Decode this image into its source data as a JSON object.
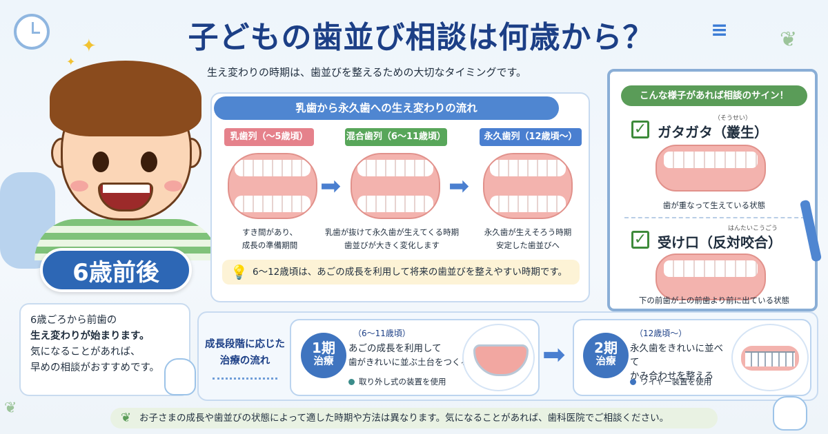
{
  "title": "子どもの歯並び相談は何歳から？",
  "subtitle": "生え変わりの時期は、歯並びを整えるための大切なタイミングです。",
  "hero": {
    "age_badge": "6歳前後",
    "bubble_lines": [
      "6歳ごろから前歯の",
      "生え変わりが始まります。",
      "気になることがあれば、",
      "早めの相談がおすすめです。"
    ]
  },
  "flow": {
    "header": "乳歯から永久歯への生え変わりの流れ",
    "stages": [
      {
        "label": "乳歯列（〜5歳頃）",
        "desc_lines": [
          "すき間があり、",
          "成長の準備期間"
        ],
        "color": "#e5818b"
      },
      {
        "label": "混合歯列（6〜11歳頃）",
        "desc_lines": [
          "乳歯が抜けて永久歯が生えてくる時期",
          "歯並びが大きく変化します"
        ],
        "color": "#58a65a"
      },
      {
        "label": "永久歯列（12歳頃〜）",
        "desc_lines": [
          "永久歯が生えそろう時期",
          "安定した歯並びへ"
        ],
        "color": "#4a7fd0"
      }
    ],
    "tip": "6〜12歳頃は、あごの成長を利用して将来の歯並びを整えやすい時期です。"
  },
  "signs": {
    "header": "こんな様子があれば相談のサイン！",
    "items": [
      {
        "title": "ガタガタ（叢生）",
        "ruby": "（そうせい）",
        "caption": "歯が重なって生えている状態"
      },
      {
        "title": "受け口（反対咬合）",
        "ruby": "はんたいこうごう",
        "caption": "下の前歯が上の前歯より前に出ている状態"
      }
    ]
  },
  "treatment": {
    "label_lines": [
      "成長段階に応じた",
      "治療の流れ"
    ],
    "phases": [
      {
        "num": "1期",
        "word": "治療",
        "range": "（6〜11歳頃）",
        "text_lines": [
          "あごの成長を利用して",
          "歯がきれいに並ぶ土台をつくる"
        ],
        "device": "取り外し式の装置を使用"
      },
      {
        "num": "2期",
        "word": "治療",
        "range": "（12歳頃〜）",
        "text_lines": [
          "永久歯をきれいに並べて",
          "かみ合わせを整える"
        ],
        "device": "ワイヤー装置を使用"
      }
    ]
  },
  "footer": "お子さまの成長や歯並びの状態によって適した時期や方法は異なります。気になることがあれば、歯科医院でご相談ください。",
  "icons": {
    "clock": "clock-icon",
    "sparkle": "✦",
    "check": "✓",
    "arrow": "➡",
    "bulb": "💡",
    "leaf": "❦"
  },
  "colors": {
    "title": "#1c3f86",
    "accent_blue": "#4f86d1",
    "accent_green": "#5a9c58",
    "tip_bg": "#fdf3d6"
  }
}
